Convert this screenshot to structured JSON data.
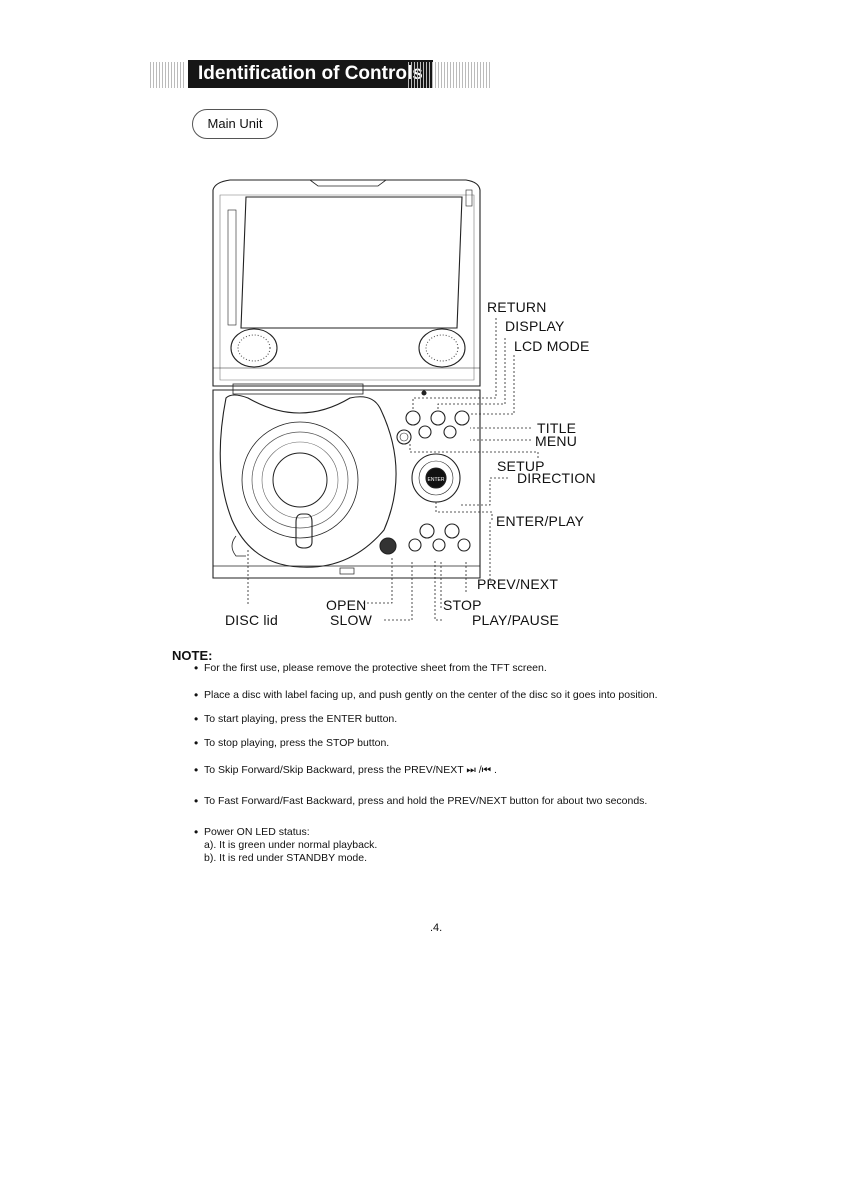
{
  "header": {
    "title": "Identification of Controls"
  },
  "section": {
    "label": "Main Unit"
  },
  "labels": {
    "return": "RETURN",
    "display": "DISPLAY",
    "lcd_mode": "LCD MODE",
    "title": "TITLE",
    "menu": "MENU",
    "setup": "SETUP",
    "direction": "DIRECTION",
    "enter_play": "ENTER/PLAY",
    "prev_next": "PREV/NEXT",
    "stop": "STOP",
    "play_pause": "PLAY/PAUSE",
    "open": "OPEN",
    "slow": "SLOW",
    "disc_lid": "DISC lid",
    "enter_button": "ENTER"
  },
  "notes": {
    "heading": "NOTE:",
    "items": [
      "For the first use, please remove the protective sheet from the TFT screen.",
      "Place  a disc with label facing up, and push gently on the center of the disc so it goes into position.",
      "To start playing, press the ENTER button.",
      "To stop playing, press the STOP button.",
      "To Skip Forward/Skip Backward, press the PREV/NEXT ⏭ /⏮ .",
      "To Fast Forward/Fast Backward, press and hold the PREV/NEXT button for  about two seconds."
    ],
    "led": {
      "intro": "Power ON LED status:",
      "a": "a). It is green under normal playback.",
      "b": "b). It is red under STANDBY mode."
    }
  },
  "page_number": ".4."
}
